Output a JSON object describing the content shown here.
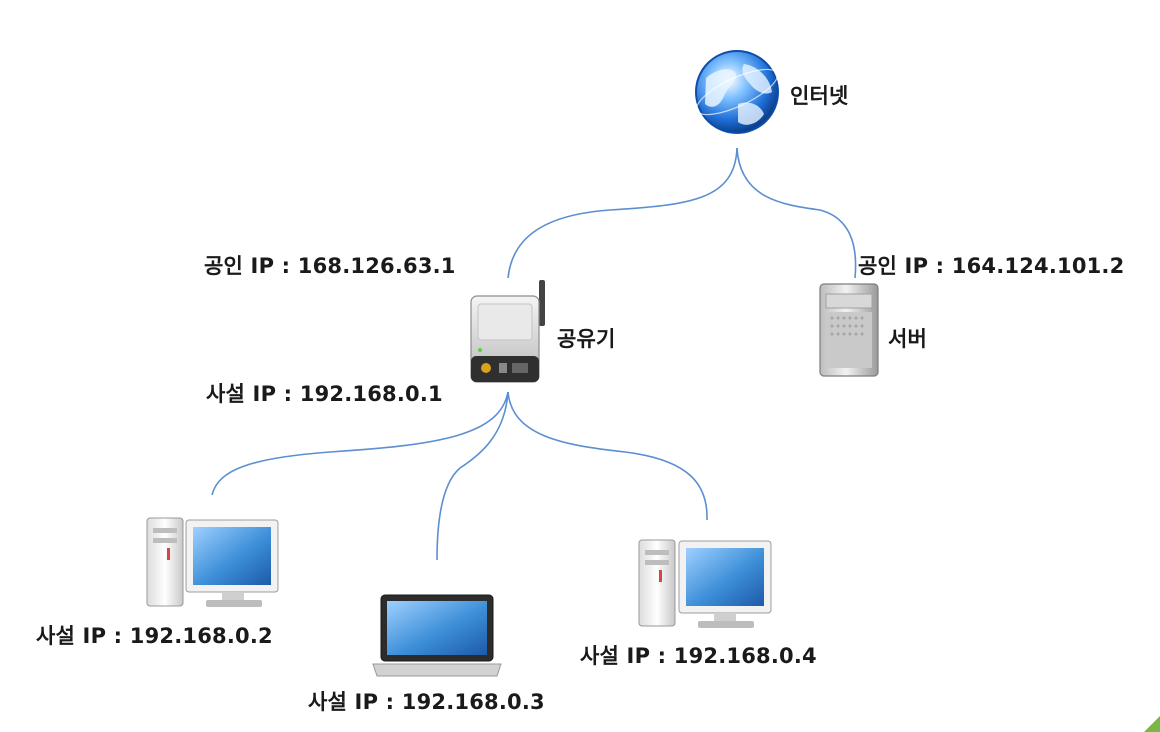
{
  "nodes": {
    "internet": {
      "name": "인터넷",
      "icon": "globe-icon"
    },
    "router": {
      "name": "공유기",
      "public_ip": "공인 IP : 168.126.63.1",
      "private_ip": "사설 IP : 192.168.0.1",
      "icon": "router-icon"
    },
    "server": {
      "name": "서버",
      "public_ip": "공인 IP : 164.124.101.2",
      "icon": "server-icon"
    },
    "pc1": {
      "private_ip": "사설 IP : 192.168.0.2",
      "icon": "desktop-computer-icon"
    },
    "laptop": {
      "private_ip": "사설 IP : 192.168.0.3",
      "icon": "laptop-icon"
    },
    "pc2": {
      "private_ip": "사설 IP : 192.168.0.4",
      "icon": "desktop-computer-icon"
    }
  },
  "colors": {
    "link": "#5b8fd1",
    "globe": "#1f6fd6",
    "screen": "#3d8fd8",
    "label": "#1a1a1a"
  }
}
